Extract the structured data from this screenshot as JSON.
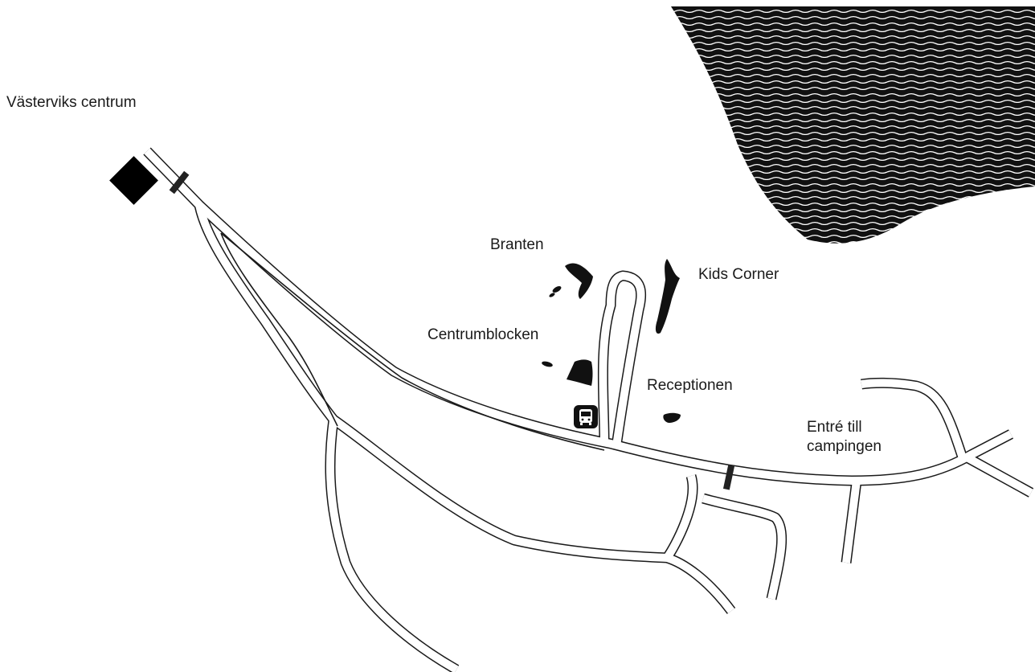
{
  "map": {
    "labels": {
      "vastervik_centrum": "Västerviks centrum",
      "branten": "Branten",
      "kids_corner": "Kids Corner",
      "centrumblocken": "Centrumblocken",
      "receptionen": "Receptionen",
      "entre_line1": "Entré till",
      "entre_line2": "campingen"
    },
    "icons": {
      "bus_stop": "bus-icon",
      "destination_marker": "diamond-marker-icon",
      "gates": "gate-bar-icon"
    },
    "colors": {
      "road_fill": "#ffffff",
      "road_outline": "#1a1a1a",
      "building": "#111111",
      "water": "#111111",
      "background": "#ffffff"
    }
  }
}
